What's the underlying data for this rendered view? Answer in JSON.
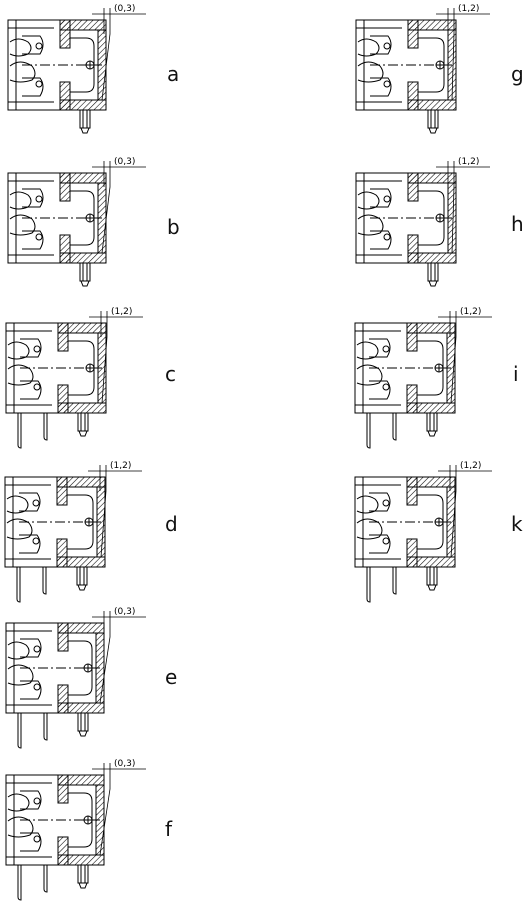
{
  "variants": [
    {
      "letter": "a",
      "dimension": "(0,3)"
    },
    {
      "letter": "b",
      "dimension": "(0,3)"
    },
    {
      "letter": "c",
      "dimension": "(1,2)"
    },
    {
      "letter": "d",
      "dimension": "(1,2)"
    },
    {
      "letter": "e",
      "dimension": "(0,3)"
    },
    {
      "letter": "f",
      "dimension": "(0,3)"
    },
    {
      "letter": "g",
      "dimension": "(1,2)"
    },
    {
      "letter": "h",
      "dimension": "(1,2)"
    },
    {
      "letter": "i",
      "dimension": "(1,2)"
    },
    {
      "letter": "k",
      "dimension": "(1,2)"
    }
  ]
}
